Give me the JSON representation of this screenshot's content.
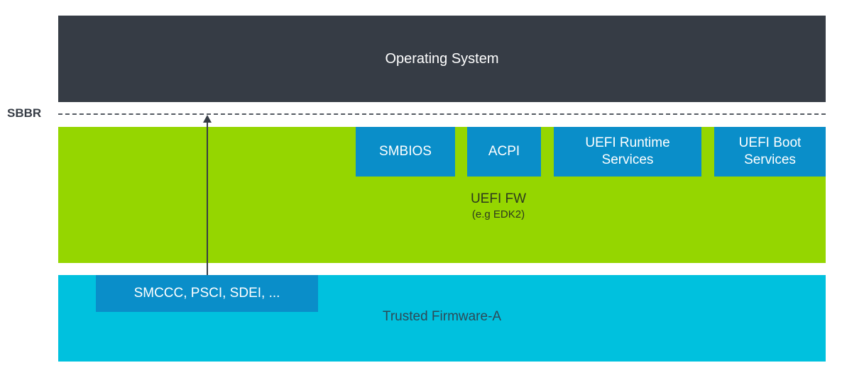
{
  "os": {
    "label": "Operating System"
  },
  "sbbr": {
    "label": "SBBR"
  },
  "uefi": {
    "title": "UEFI FW",
    "subtitle": "(e.g EDK2)",
    "services": [
      {
        "line1": "SMBIOS",
        "line2": ""
      },
      {
        "line1": "ACPI",
        "line2": ""
      },
      {
        "line1": "UEFI Runtime",
        "line2": "Services"
      },
      {
        "line1": "UEFI Boot",
        "line2": "Services"
      }
    ]
  },
  "tfa": {
    "label": "Trusted Firmware-A",
    "interfaces": "SMCCC, PSCI, SDEI, ..."
  },
  "colors": {
    "os": "#363c45",
    "uefi": "#95d600",
    "tfa": "#00c1de",
    "service_box": "#0a8ec9"
  }
}
